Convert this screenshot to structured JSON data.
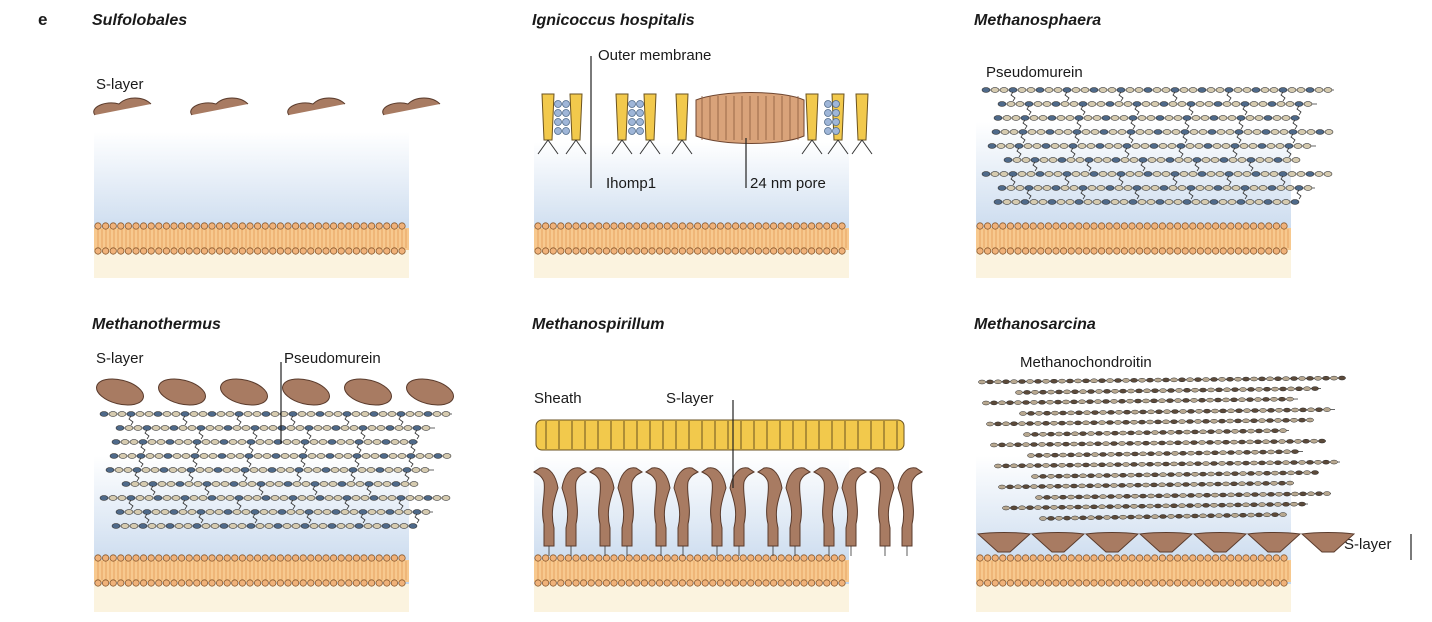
{
  "figure": {
    "panel_letter": "e"
  },
  "panels": [
    {
      "title": "Sulfolobales",
      "labels": {
        "s_layer": "S-layer"
      }
    },
    {
      "title": "Ignicoccus hospitalis",
      "labels": {
        "outer_membrane": "Outer membrane",
        "ihomp1": "Ihomp1",
        "pore": "24 nm pore"
      }
    },
    {
      "title": "Methanosphaera",
      "labels": {
        "pseudomurein": "Pseudomurein"
      }
    },
    {
      "title": "Methanothermus",
      "labels": {
        "s_layer": "S-layer",
        "pseudomurein": "Pseudomurein"
      }
    },
    {
      "title": "Methanospirillum",
      "labels": {
        "sheath": "Sheath",
        "s_layer": "S-layer"
      }
    },
    {
      "title": "Methanosarcina",
      "labels": {
        "methanochondroitin": "Methanochondroitin",
        "s_layer": "S-layer"
      }
    }
  ],
  "colors": {
    "membrane_head": "#f0b27a",
    "membrane_tail": "#f7c98f",
    "protein_brown": "#a87b62",
    "protein_outline": "#5a3b2c",
    "yellow_protein": "#f2c94c",
    "blue_gradient_top": "#ffffff",
    "blue_gradient_bottom": "#b9cfe9",
    "strand_bead": "#d6cbb0",
    "strand_node": "#4f6a8a",
    "cream": "#fbf3df"
  }
}
